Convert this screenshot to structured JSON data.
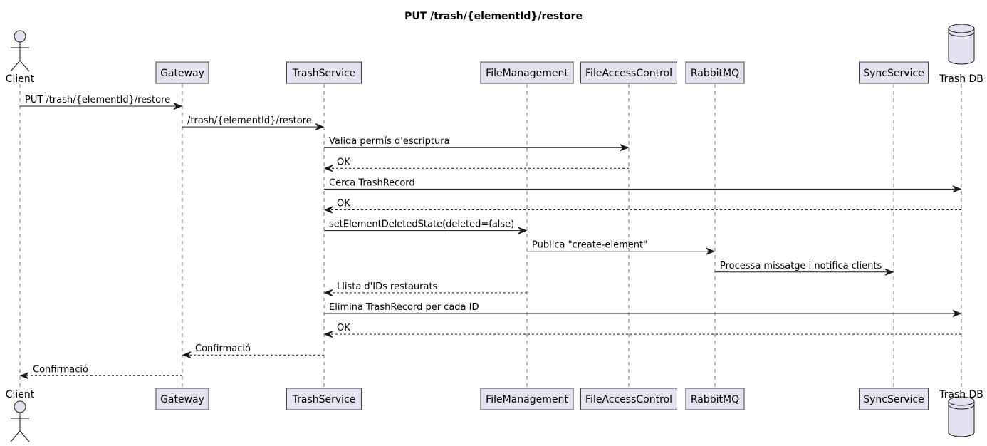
{
  "diagram": {
    "title": "PUT /trash/{elementId}/restore",
    "participants": [
      {
        "id": "client",
        "label": "Client",
        "kind": "actor"
      },
      {
        "id": "gateway",
        "label": "Gateway",
        "kind": "participant"
      },
      {
        "id": "trash",
        "label": "TrashService",
        "kind": "participant"
      },
      {
        "id": "fm",
        "label": "FileManagement",
        "kind": "participant"
      },
      {
        "id": "fac",
        "label": "FileAccessControl",
        "kind": "participant"
      },
      {
        "id": "rmq",
        "label": "RabbitMQ",
        "kind": "participant"
      },
      {
        "id": "sync",
        "label": "SyncService",
        "kind": "participant"
      },
      {
        "id": "db",
        "label": "Trash DB",
        "kind": "database"
      }
    ],
    "messages": [
      {
        "from": "client",
        "to": "gateway",
        "label": "PUT /trash/{elementId}/restore",
        "style": "solid"
      },
      {
        "from": "gateway",
        "to": "trash",
        "label": "/trash/{elementId}/restore",
        "style": "solid"
      },
      {
        "from": "trash",
        "to": "fac",
        "label": "Valida permís d'escriptura",
        "style": "solid"
      },
      {
        "from": "fac",
        "to": "trash",
        "label": "OK",
        "style": "dashed"
      },
      {
        "from": "trash",
        "to": "db",
        "label": "Cerca TrashRecord",
        "style": "solid"
      },
      {
        "from": "db",
        "to": "trash",
        "label": "OK",
        "style": "dashed"
      },
      {
        "from": "trash",
        "to": "fm",
        "label": "setElementDeletedState(deleted=false)",
        "style": "solid"
      },
      {
        "from": "fm",
        "to": "rmq",
        "label": "Publica \"create-element\"",
        "style": "solid"
      },
      {
        "from": "rmq",
        "to": "sync",
        "label": "Processa missatge i notifica clients",
        "style": "solid"
      },
      {
        "from": "fm",
        "to": "trash",
        "label": "Llista d'IDs restaurats",
        "style": "dashed"
      },
      {
        "from": "trash",
        "to": "db",
        "label": "Elimina TrashRecord per cada ID",
        "style": "solid"
      },
      {
        "from": "db",
        "to": "trash",
        "label": "OK",
        "style": "dashed"
      },
      {
        "from": "trash",
        "to": "gateway",
        "label": "Confirmació",
        "style": "dashed"
      },
      {
        "from": "gateway",
        "to": "client",
        "label": "Confirmació",
        "style": "dashed"
      }
    ]
  }
}
